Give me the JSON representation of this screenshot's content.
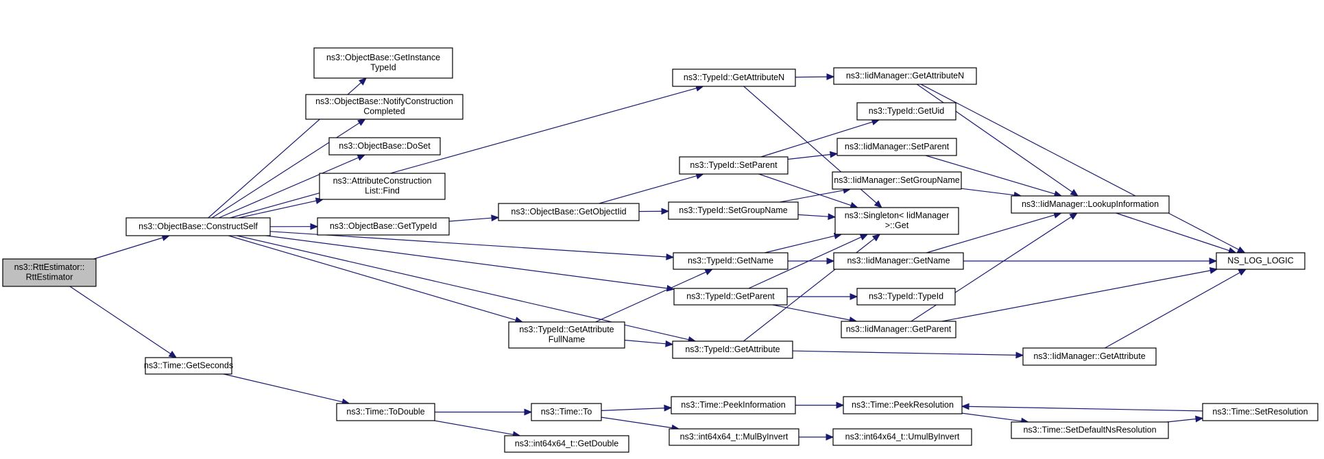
{
  "graph": {
    "nodes": [
      {
        "id": "n0",
        "lines": [
          "ns3::RttEstimator::",
          "RttEstimator"
        ]
      },
      {
        "id": "n1",
        "lines": [
          "ns3::ObjectBase::ConstructSelf"
        ]
      },
      {
        "id": "n2",
        "lines": [
          "ns3::Time::GetSeconds"
        ]
      },
      {
        "id": "n3",
        "lines": [
          "ns3::ObjectBase::GetInstance",
          "TypeId"
        ]
      },
      {
        "id": "n4",
        "lines": [
          "ns3::ObjectBase::NotifyConstruction",
          "Completed"
        ]
      },
      {
        "id": "n5",
        "lines": [
          "ns3::ObjectBase::DoSet"
        ]
      },
      {
        "id": "n6",
        "lines": [
          "ns3::AttributeConstruction",
          "List::Find"
        ]
      },
      {
        "id": "n7",
        "lines": [
          "ns3::ObjectBase::GetTypeId"
        ]
      },
      {
        "id": "n8",
        "lines": [
          "ns3::TypeId::GetAttributeN"
        ]
      },
      {
        "id": "n9",
        "lines": [
          "ns3::IidManager::GetAttributeN"
        ]
      },
      {
        "id": "n10",
        "lines": [
          "ns3::TypeId::GetUid"
        ]
      },
      {
        "id": "n11",
        "lines": [
          "ns3::TypeId::SetParent"
        ]
      },
      {
        "id": "n12",
        "lines": [
          "ns3::IidManager::SetParent"
        ]
      },
      {
        "id": "n13",
        "lines": [
          "ns3::IidManager::SetGroupName"
        ]
      },
      {
        "id": "n14",
        "lines": [
          "ns3::ObjectBase::GetObjectIid"
        ]
      },
      {
        "id": "n15",
        "lines": [
          "ns3::TypeId::SetGroupName"
        ]
      },
      {
        "id": "n16",
        "lines": [
          "ns3::Singleton< IidManager",
          ">::Get"
        ]
      },
      {
        "id": "n17",
        "lines": [
          "ns3::IidManager::LookupInformation"
        ]
      },
      {
        "id": "n18",
        "lines": [
          "ns3::TypeId::GetName"
        ]
      },
      {
        "id": "n19",
        "lines": [
          "ns3::IidManager::GetName"
        ]
      },
      {
        "id": "n20",
        "lines": [
          "NS_LOG_LOGIC"
        ]
      },
      {
        "id": "n21",
        "lines": [
          "ns3::TypeId::GetParent"
        ]
      },
      {
        "id": "n22",
        "lines": [
          "ns3::TypeId::TypeId"
        ]
      },
      {
        "id": "n23",
        "lines": [
          "ns3::TypeId::GetAttribute",
          "FullName"
        ]
      },
      {
        "id": "n24",
        "lines": [
          "ns3::IidManager::GetParent"
        ]
      },
      {
        "id": "n25",
        "lines": [
          "ns3::TypeId::GetAttribute"
        ]
      },
      {
        "id": "n26",
        "lines": [
          "ns3::IidManager::GetAttribute"
        ]
      },
      {
        "id": "n27",
        "lines": [
          "ns3::Time::ToDouble"
        ]
      },
      {
        "id": "n28",
        "lines": [
          "ns3::Time::To"
        ]
      },
      {
        "id": "n29",
        "lines": [
          "ns3::Time::PeekInformation"
        ]
      },
      {
        "id": "n30",
        "lines": [
          "ns3::Time::PeekResolution"
        ]
      },
      {
        "id": "n31",
        "lines": [
          "ns3::Time::SetResolution"
        ]
      },
      {
        "id": "n32",
        "lines": [
          "ns3::int64x64_t::GetDouble"
        ]
      },
      {
        "id": "n33",
        "lines": [
          "ns3::int64x64_t::MulByInvert"
        ]
      },
      {
        "id": "n34",
        "lines": [
          "ns3::int64x64_t::UmulByInvert"
        ]
      },
      {
        "id": "n35",
        "lines": [
          "ns3::Time::SetDefaultNsResolution"
        ]
      }
    ],
    "edges": [
      [
        "n0",
        "n1"
      ],
      [
        "n0",
        "n2"
      ],
      [
        "n1",
        "n3"
      ],
      [
        "n1",
        "n4"
      ],
      [
        "n1",
        "n5"
      ],
      [
        "n1",
        "n6"
      ],
      [
        "n1",
        "n7"
      ],
      [
        "n1",
        "n8"
      ],
      [
        "n1",
        "n18"
      ],
      [
        "n1",
        "n21"
      ],
      [
        "n1",
        "n23"
      ],
      [
        "n1",
        "n25"
      ],
      [
        "n7",
        "n14"
      ],
      [
        "n14",
        "n11"
      ],
      [
        "n14",
        "n15"
      ],
      [
        "n8",
        "n9"
      ],
      [
        "n8",
        "n16"
      ],
      [
        "n9",
        "n17"
      ],
      [
        "n9",
        "n20"
      ],
      [
        "n11",
        "n10"
      ],
      [
        "n11",
        "n12"
      ],
      [
        "n11",
        "n16"
      ],
      [
        "n12",
        "n17"
      ],
      [
        "n15",
        "n13"
      ],
      [
        "n15",
        "n16"
      ],
      [
        "n13",
        "n17"
      ],
      [
        "n17",
        "n20"
      ],
      [
        "n18",
        "n16"
      ],
      [
        "n18",
        "n19"
      ],
      [
        "n19",
        "n17"
      ],
      [
        "n19",
        "n20"
      ],
      [
        "n21",
        "n16"
      ],
      [
        "n21",
        "n22"
      ],
      [
        "n21",
        "n24"
      ],
      [
        "n24",
        "n17"
      ],
      [
        "n24",
        "n20"
      ],
      [
        "n23",
        "n18"
      ],
      [
        "n23",
        "n25"
      ],
      [
        "n25",
        "n16"
      ],
      [
        "n25",
        "n26"
      ],
      [
        "n26",
        "n20"
      ],
      [
        "n2",
        "n27"
      ],
      [
        "n27",
        "n28"
      ],
      [
        "n27",
        "n32"
      ],
      [
        "n28",
        "n29"
      ],
      [
        "n28",
        "n33"
      ],
      [
        "n29",
        "n30"
      ],
      [
        "n31",
        "n30"
      ],
      [
        "n30",
        "n35"
      ],
      [
        "n35",
        "n31"
      ],
      [
        "n33",
        "n34"
      ]
    ]
  }
}
